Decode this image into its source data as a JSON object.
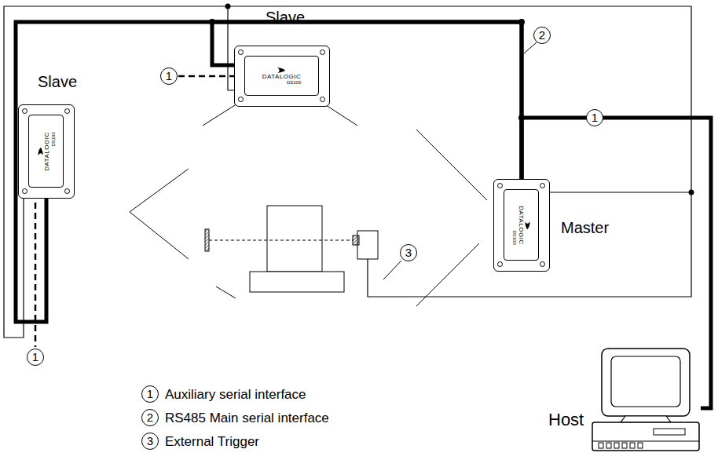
{
  "diagram": {
    "nodes": [
      {
        "text": [
          "Slave",
          "DATALOGIC",
          "DS100"
        ]
      },
      {
        "text": [
          "Slave",
          "DATALOGIC",
          "DS100"
        ]
      },
      {
        "text": [
          "Master",
          "DATALOGIC",
          "DS100"
        ]
      },
      {
        "text": [
          "Host"
        ]
      }
    ],
    "edges": [
      {
        "from": 2,
        "to": 0,
        "arrow": "none"
      },
      {
        "from": 2,
        "to": 1,
        "arrow": "none"
      },
      {
        "from": 2,
        "to": 3,
        "arrow": "none"
      }
    ],
    "labels": [
      "1",
      "2",
      "1",
      "3",
      "1",
      "1",
      "2",
      "3"
    ],
    "legend": [
      {
        "text": "Auxiliary serial interface"
      },
      {
        "text": "RS485 Main serial interface"
      },
      {
        "text": "External Trigger"
      }
    ]
  }
}
